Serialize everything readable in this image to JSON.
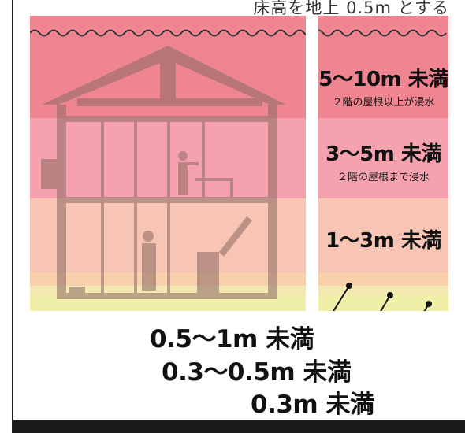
{
  "caption": "床高を地上 0.5m とする",
  "bands": [
    {
      "label": "5～10m 未満",
      "sub": "２階の屋根以上が浸水",
      "color": "#f08592"
    },
    {
      "label": "3～5m 未満",
      "sub": "２階の屋根まで浸水",
      "color": "#f5a2ae"
    },
    {
      "label": "1～3m 未満",
      "sub": "",
      "color": "#f8c4b4"
    },
    {
      "label": "0.5～1m 未満",
      "sub": "",
      "color": "#f9d0ac"
    },
    {
      "label": "0.3～0.5m 未満",
      "sub": "",
      "color": "#f4e8b2"
    },
    {
      "label": "0.3m 未満",
      "sub": "",
      "color": "#efefa8"
    }
  ]
}
